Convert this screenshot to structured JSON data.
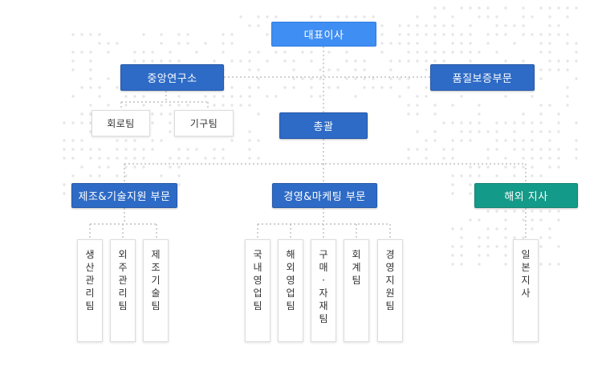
{
  "ceo": "대표이사",
  "research_center": "중앙연구소",
  "quality": "품질보증부문",
  "circuit_team": "회로팀",
  "mech_team": "기구팀",
  "general": "총괄",
  "manufacturing": "제조&기술지원 부문",
  "management": "경영&마케팅 부문",
  "overseas": "해외 지사",
  "mfg_teams": [
    "생산관리팀",
    "외주관리팀",
    "제조기술팀"
  ],
  "mgmt_teams": [
    "국내영업팀",
    "해외영업팀",
    "구매·자재팀",
    "회계팀",
    "경영지원팀"
  ],
  "overseas_branch": "일본 지사",
  "colors": {
    "ceo": "#3f8ef3",
    "dept": "#2e6bc6",
    "overseas": "#149a88",
    "connector": "#b5b5b5"
  }
}
